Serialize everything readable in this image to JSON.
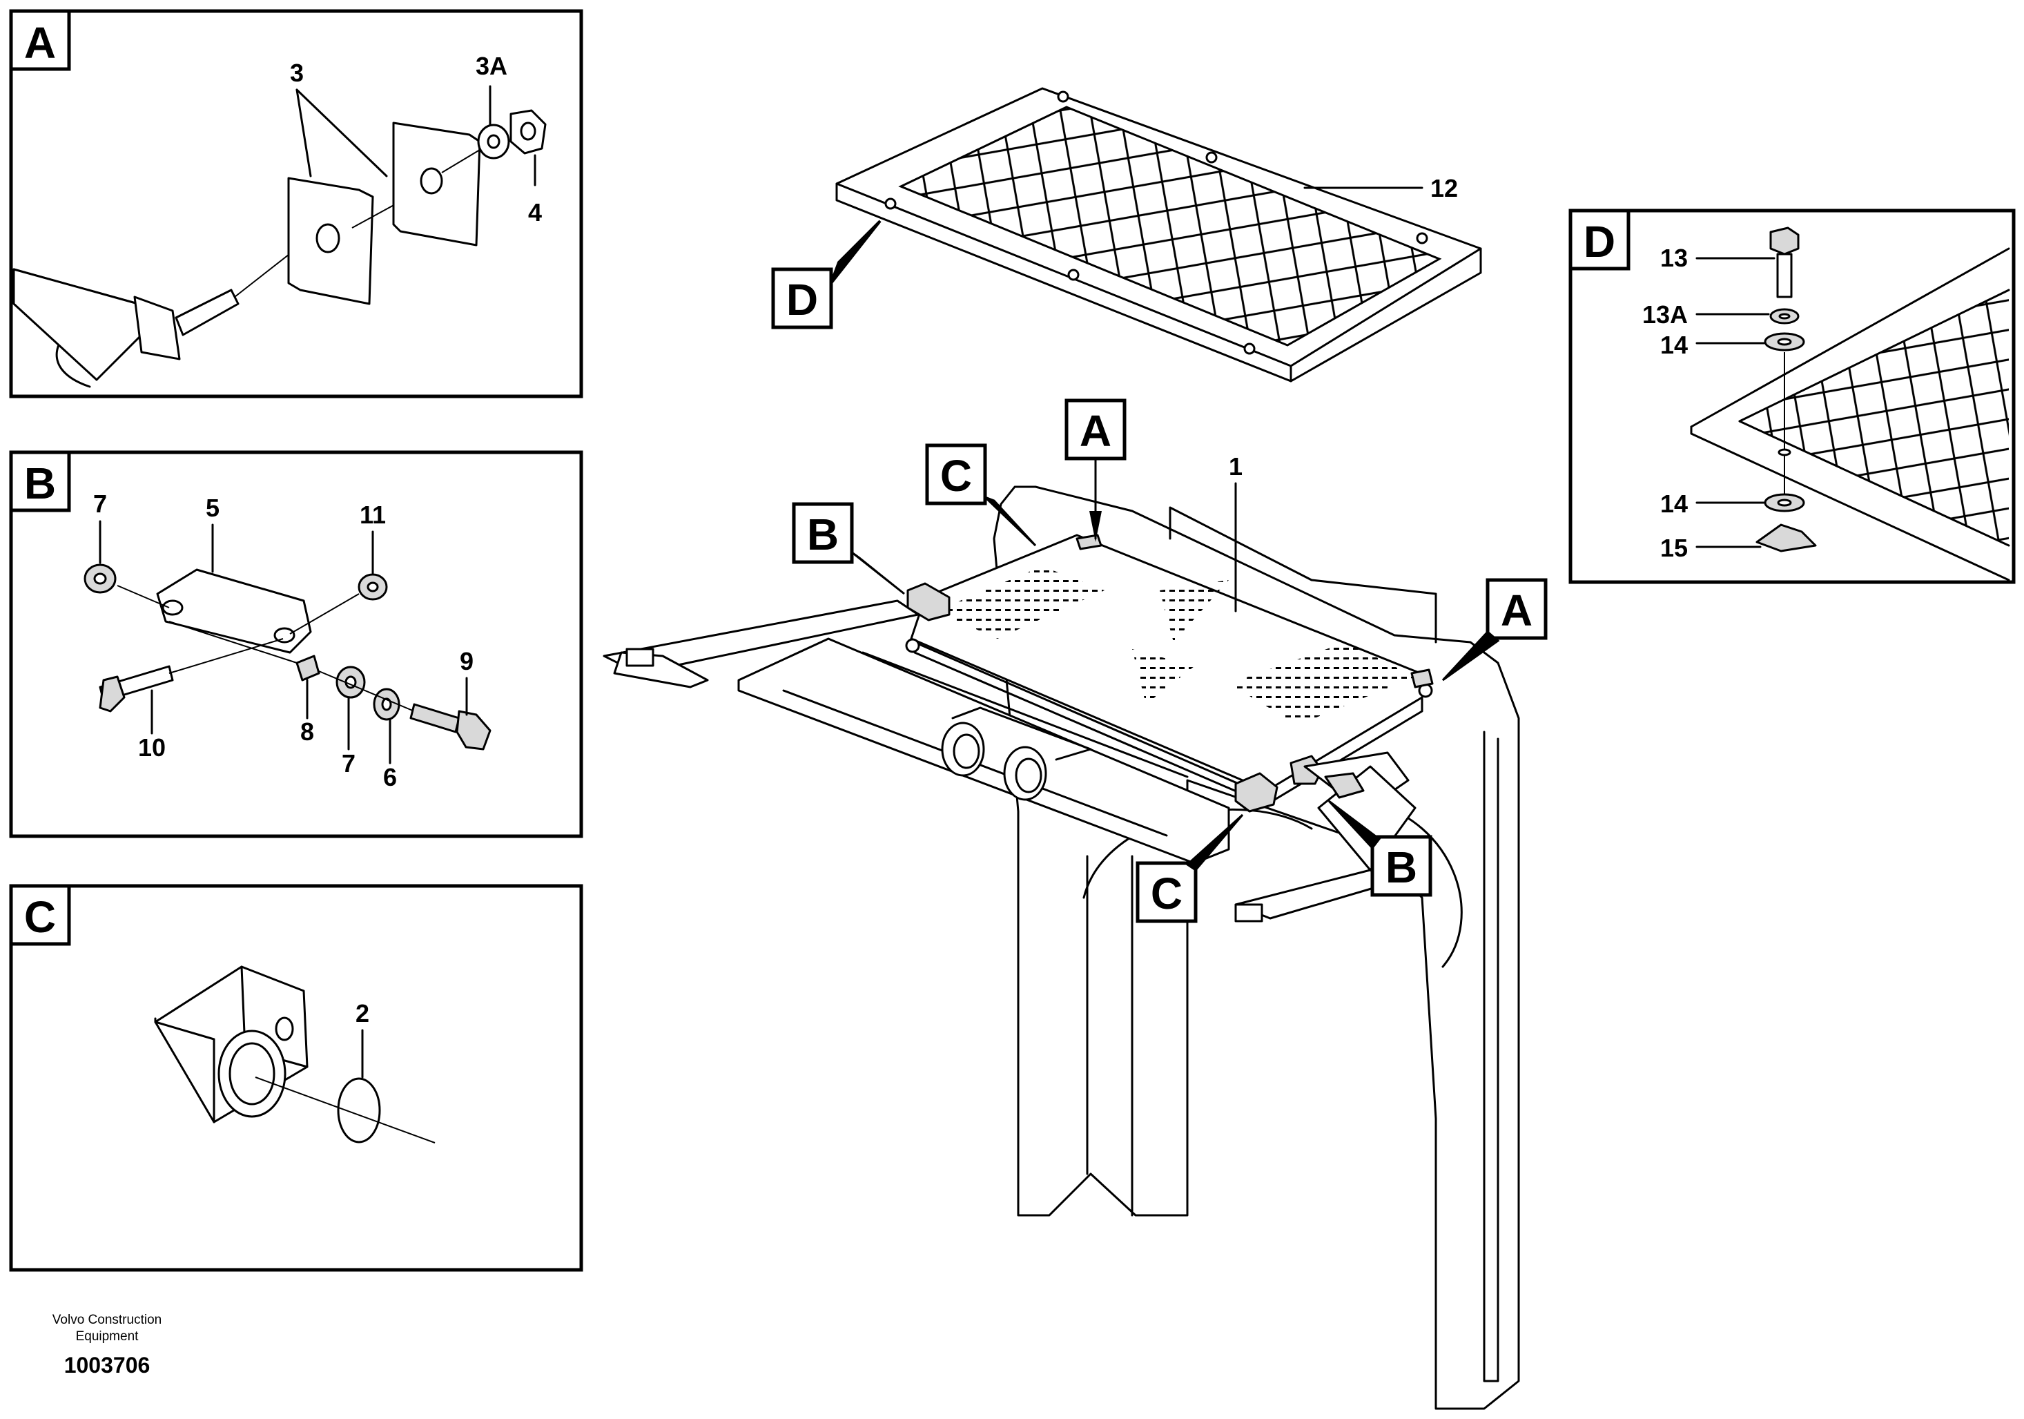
{
  "detail_panels": {
    "A": {
      "letter": "A",
      "callouts": {
        "c3": "3",
        "c3a": "3A",
        "c4": "4"
      }
    },
    "B": {
      "letter": "B",
      "callouts": {
        "c7a": "7",
        "c5": "5",
        "c11": "11",
        "c9": "9",
        "c10": "10",
        "c8": "8",
        "c7b": "7",
        "c6": "6"
      }
    },
    "C": {
      "letter": "C",
      "callouts": {
        "c2": "2"
      }
    },
    "D": {
      "letter": "D",
      "callouts": {
        "c13": "13",
        "c13a": "13A",
        "c14a": "14",
        "c14b": "14",
        "c15": "15"
      }
    }
  },
  "main_view": {
    "labels": {
      "a1": "A",
      "a2": "A",
      "b1": "B",
      "b2": "B",
      "c1": "C",
      "c2": "C",
      "d1": "D"
    },
    "callouts": {
      "c1": "1",
      "c12": "12"
    }
  },
  "footer": {
    "company_line1": "Volvo Construction",
    "company_line2": "Equipment",
    "doc_number": "1003706"
  }
}
